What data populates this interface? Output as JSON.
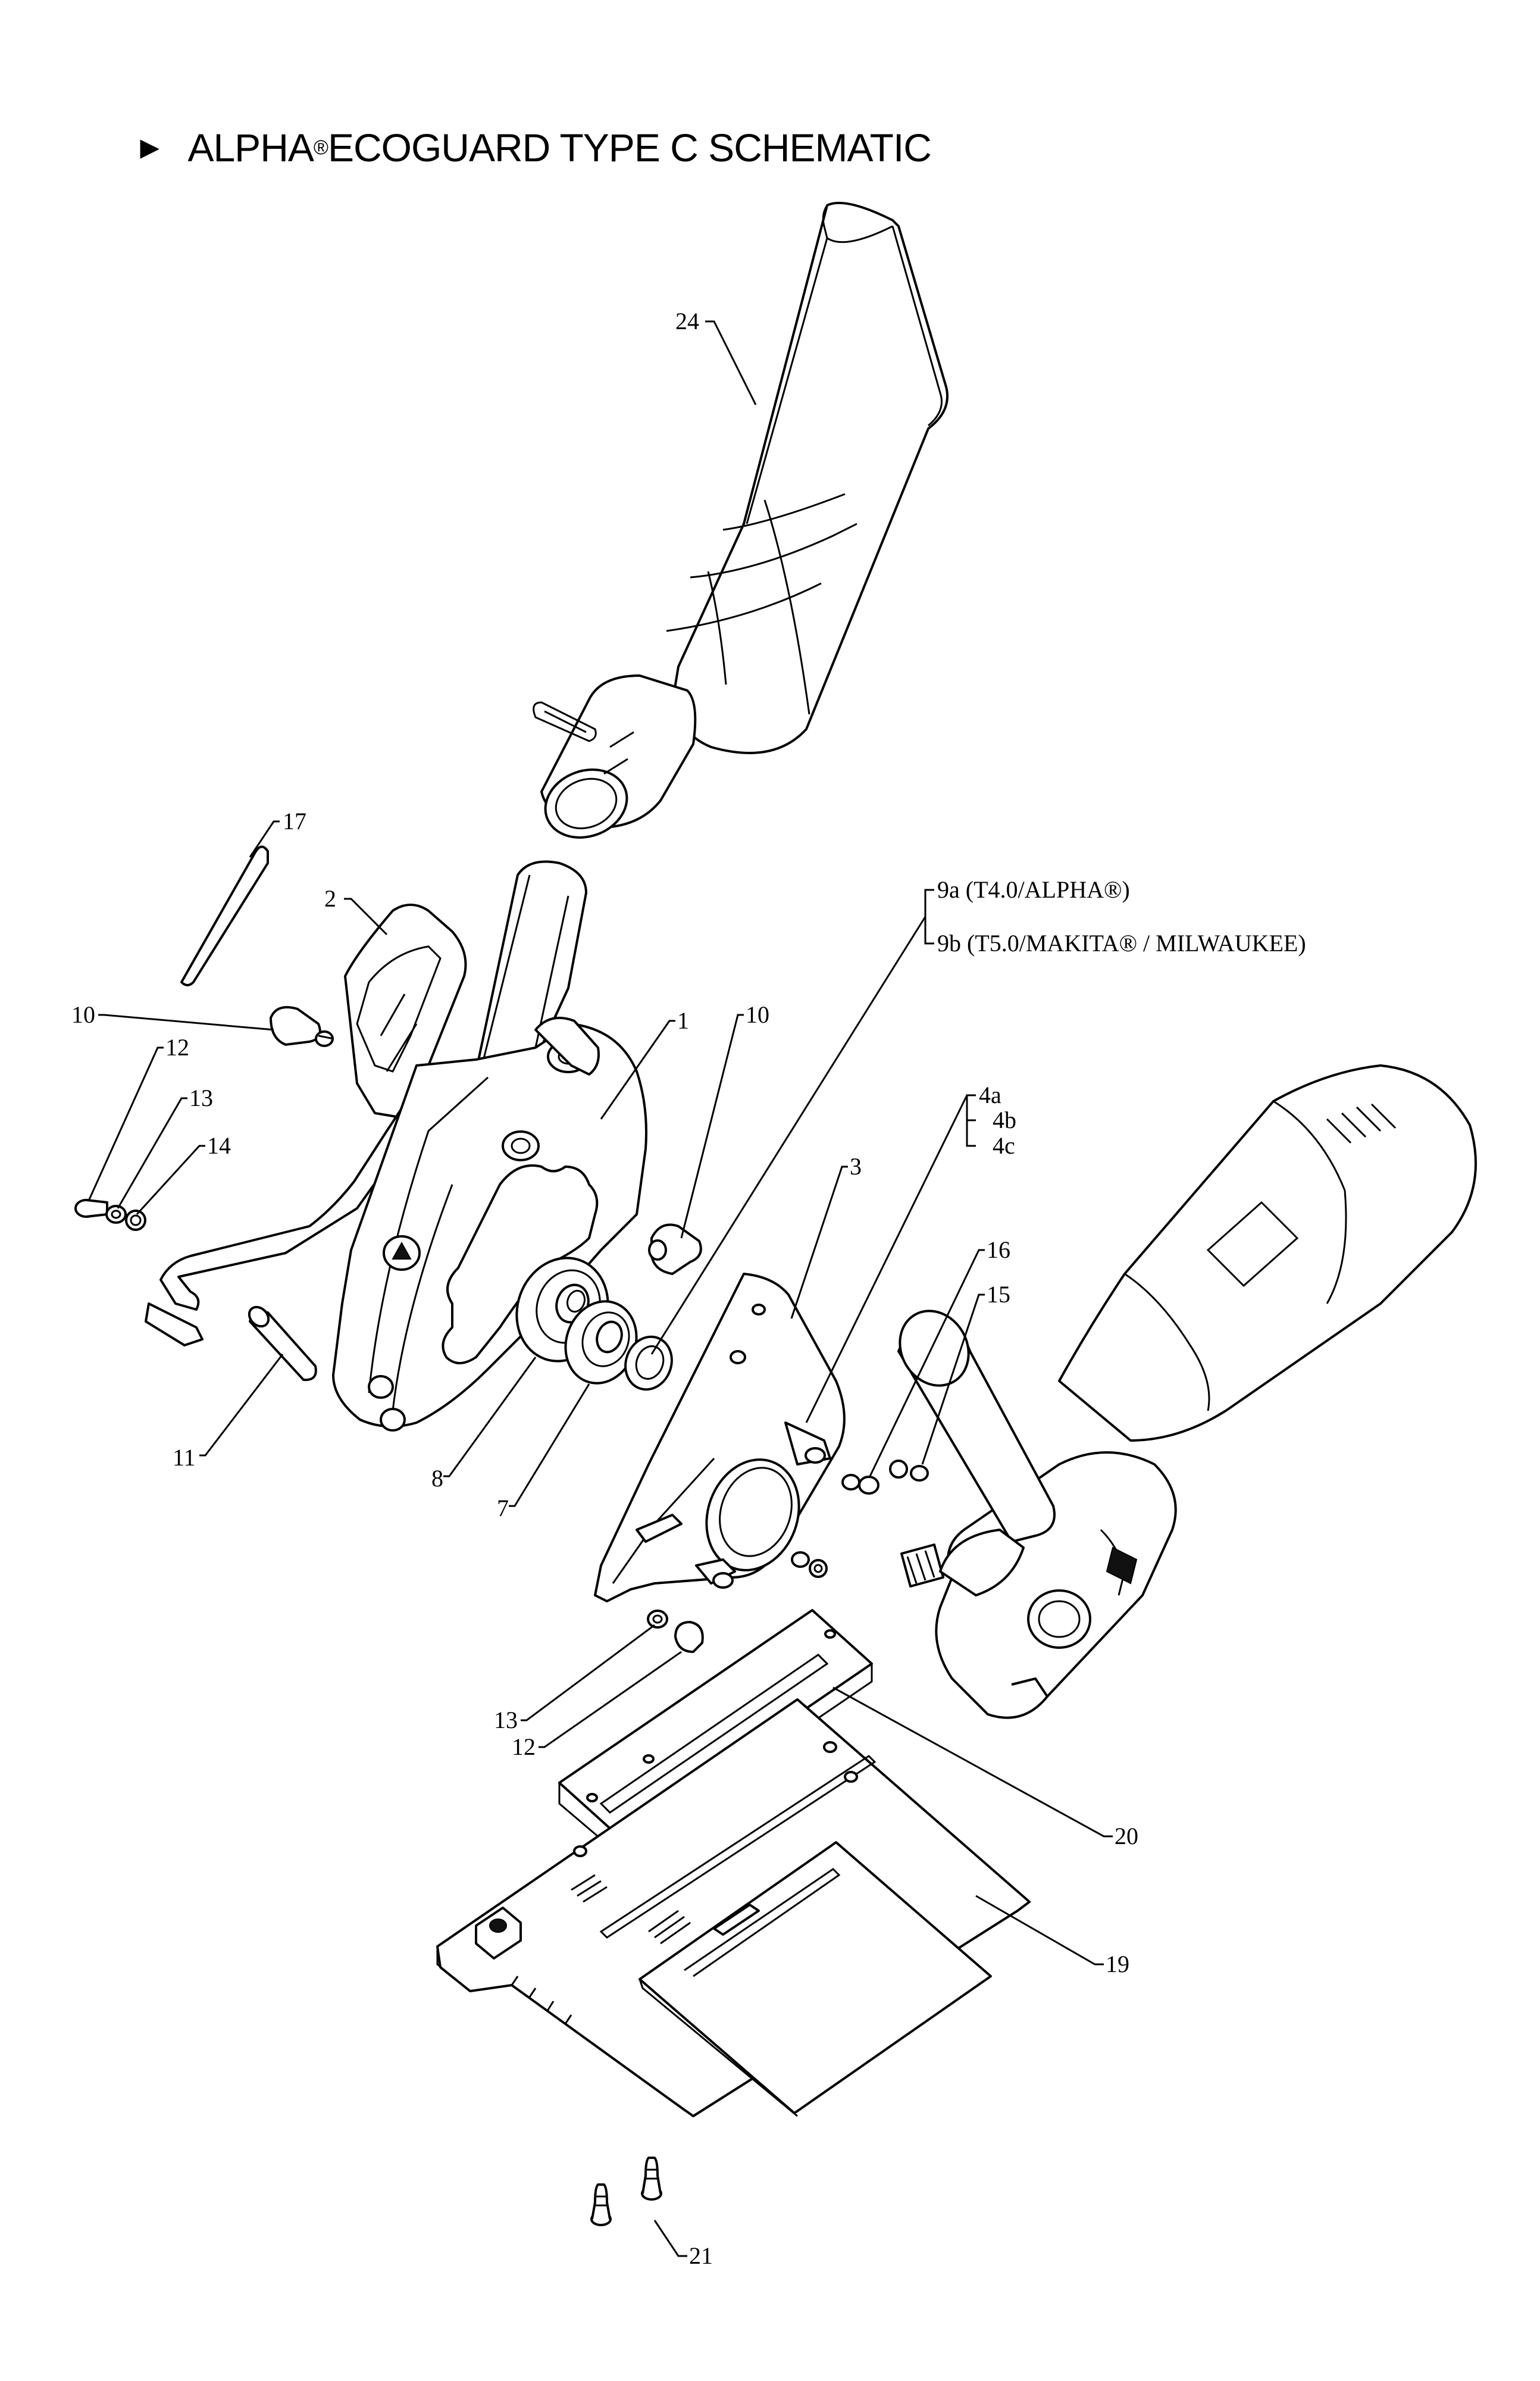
{
  "title": {
    "arrow": "►",
    "brand": "ALPHA",
    "registered": "®",
    "rest": " ECOGUARD TYPE C SCHEMATIC"
  },
  "callouts": {
    "p24": "24",
    "p17": "17",
    "p2": "2",
    "p10a": "10",
    "p10b": "10",
    "p1": "1",
    "p12a": "12",
    "p13a": "13",
    "p14": "14",
    "p11": "11",
    "p8": "8",
    "p7": "7",
    "p3": "3",
    "p9a": "9a (T4.0/ALPHA®)",
    "p9b": "9b (T5.0/MAKITA® / MILWAUKEE)",
    "p4a": "4a",
    "p4b": "4b",
    "p4c": "4c",
    "p16": "16",
    "p15": "15",
    "p13b": "13",
    "p12b": "12",
    "p20": "20",
    "p19": "19",
    "p21": "21"
  }
}
